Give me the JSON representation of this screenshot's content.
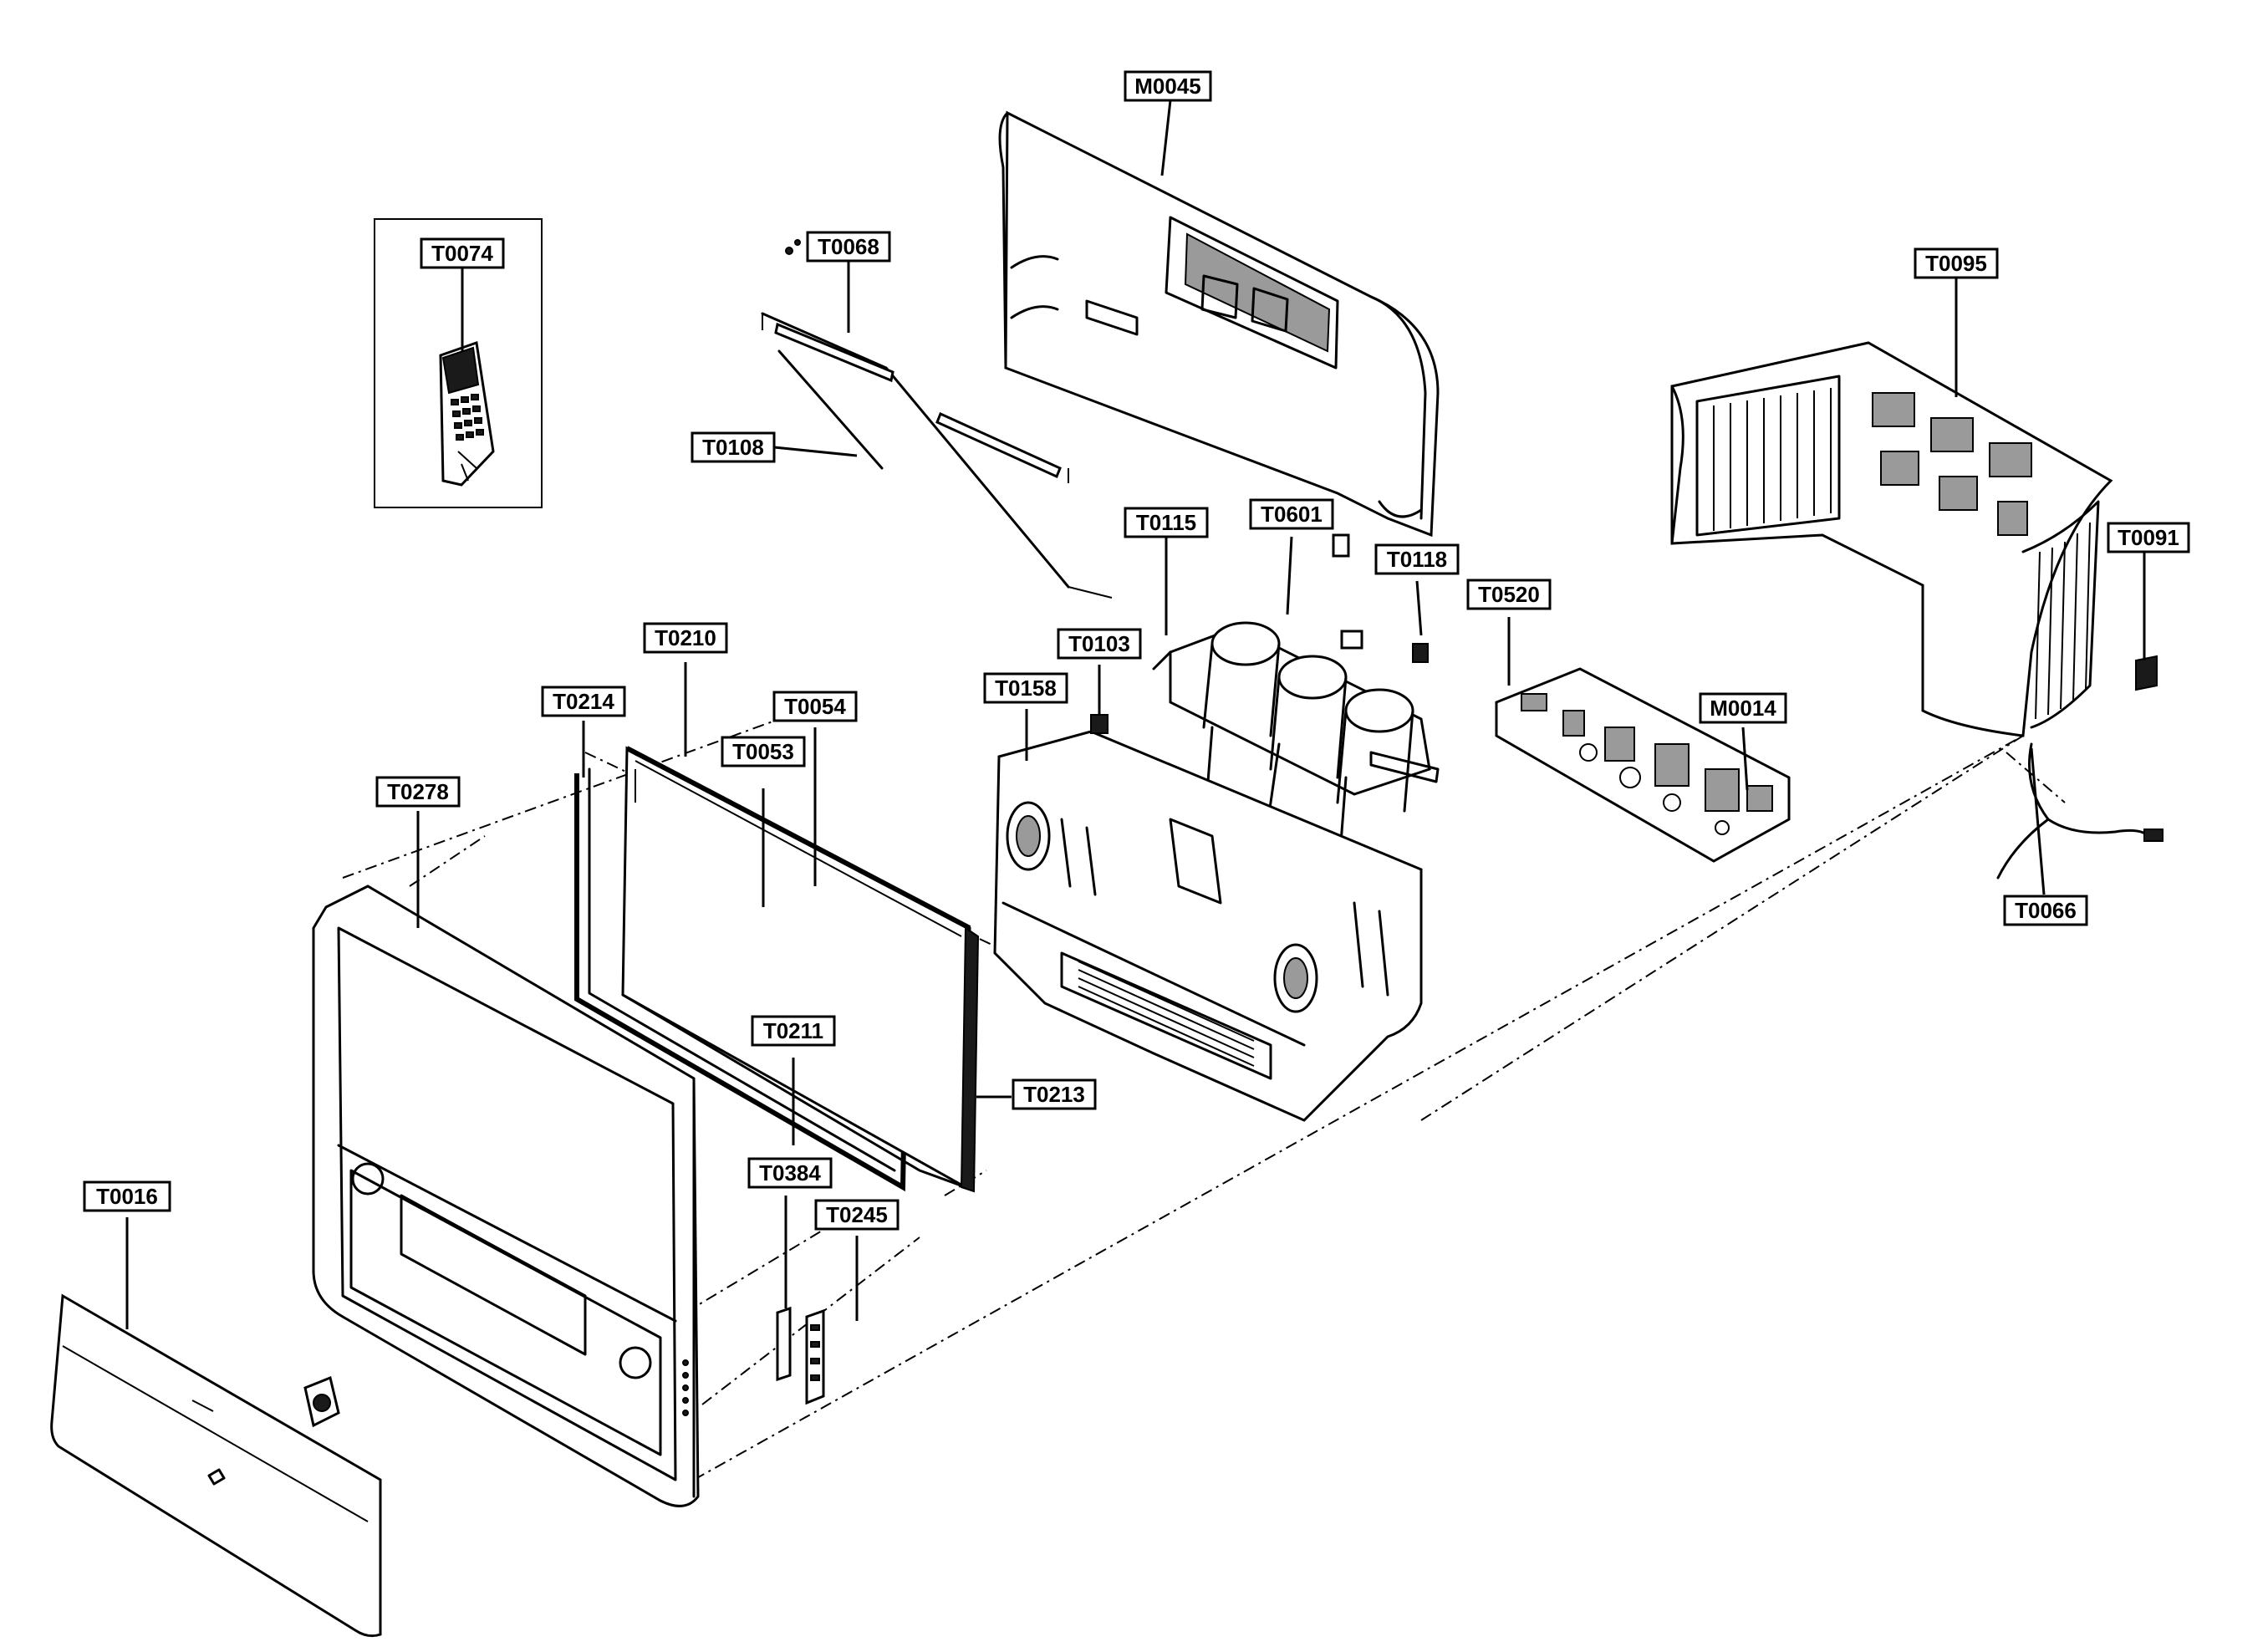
{
  "diagram": {
    "labels": {
      "T0074": "T0074",
      "T0068": "T0068",
      "T0108": "T0108",
      "M0045": "M0045",
      "T0095": "T0095",
      "T0091": "T0091",
      "T0115": "T0115",
      "T0601": "T0601",
      "T0118": "T0118",
      "T0520": "T0520",
      "T0103": "T0103",
      "T0158": "T0158",
      "M0014": "M0014",
      "T0210": "T0210",
      "T0214": "T0214",
      "T0054": "T0054",
      "T0053": "T0053",
      "T0278": "T0278",
      "T0211": "T0211",
      "T0213": "T0213",
      "T0384": "T0384",
      "T0245": "T0245",
      "T0016": "T0016",
      "T0066": "T0066"
    }
  }
}
